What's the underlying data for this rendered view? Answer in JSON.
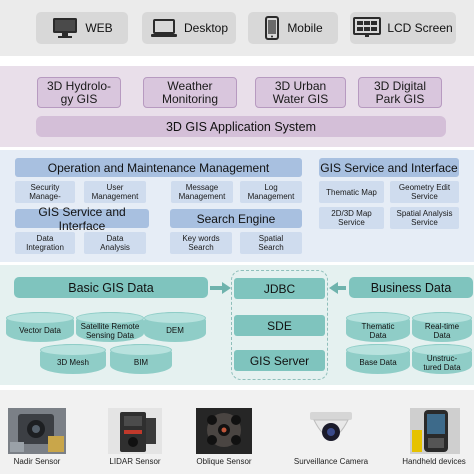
{
  "client": {
    "tiles": [
      {
        "label": "WEB",
        "icon": "monitor-icon"
      },
      {
        "label": "Desktop",
        "icon": "laptop-icon"
      },
      {
        "label": "Mobile",
        "icon": "mobile-phone-icon"
      },
      {
        "label": "LCD Screen",
        "icon": "lcd-screen-icon"
      }
    ]
  },
  "application": {
    "boxes": [
      {
        "line1": "3D Hydrolo-",
        "line2": "gy GIS"
      },
      {
        "line1": "Weather",
        "line2": "Monitoring"
      },
      {
        "line1": "3D Urban",
        "line2": "Water GIS"
      },
      {
        "line1": "3D Digital",
        "line2": "Park GIS"
      }
    ],
    "system": "3D GIS Application System"
  },
  "service": {
    "ops": {
      "title": "Operation and Maintenance Management",
      "items": [
        {
          "line1": "Security",
          "line2": "Manage-"
        },
        {
          "line1": "User",
          "line2": "Management"
        },
        {
          "line1": "Message",
          "line2": "Management"
        },
        {
          "line1": "Log",
          "line2": "Management"
        }
      ]
    },
    "gis_left": {
      "title": "GIS Service and Interface",
      "items": [
        {
          "line1": "Data",
          "line2": "Integration"
        },
        {
          "line1": "Data",
          "line2": "Analysis"
        }
      ]
    },
    "search": {
      "title": "Search Engine",
      "items": [
        {
          "line1": "Key words",
          "line2": "Search"
        },
        {
          "line1": "Spatial",
          "line2": "Search"
        }
      ]
    },
    "gis_right": {
      "title": "GIS Service and Interface",
      "items": [
        {
          "line1": "Thematic Map",
          "line2": ""
        },
        {
          "line1": "Geometry Edit",
          "line2": "Service"
        },
        {
          "line1": "2D/3D Map",
          "line2": "Service"
        },
        {
          "line1": "Spatial Analysis",
          "line2": "Service"
        }
      ]
    }
  },
  "data_layer": {
    "basic": {
      "title": "Basic GIS Data",
      "items": [
        {
          "line1": "Vector Data",
          "line2": ""
        },
        {
          "line1": "Satellite Remote",
          "line2": "Sensing Data"
        },
        {
          "line1": "DEM",
          "line2": ""
        },
        {
          "line1": "3D Mesh",
          "line2": ""
        },
        {
          "line1": "BIM",
          "line2": ""
        }
      ]
    },
    "middleware": [
      "JDBC",
      "SDE",
      "GIS Server"
    ],
    "business": {
      "title": "Business Data",
      "items": [
        {
          "line1": "Thematic",
          "line2": "Data"
        },
        {
          "line1": "Real-time",
          "line2": "Data"
        },
        {
          "line1": "Base Data",
          "line2": ""
        },
        {
          "line1": "Unstruc-",
          "line2": "tured Data"
        }
      ]
    }
  },
  "devices": [
    {
      "label": "Nadir Sensor",
      "icon": "nadir-sensor-icon"
    },
    {
      "label": "LIDAR Sensor",
      "icon": "lidar-sensor-icon"
    },
    {
      "label": "Oblique Sensor",
      "icon": "oblique-sensor-icon"
    },
    {
      "label": "Surveillance Camera",
      "icon": "surveillance-camera-icon"
    },
    {
      "label": "Handheld devices",
      "icon": "handheld-device-icon"
    }
  ],
  "colors": {
    "client_band": "#ebebeb",
    "application_band": "#e9dfea",
    "service_band": "#e6edf6",
    "data_band": "#e5f1f0",
    "data_accent": "#7fc4be",
    "service_accent": "#a8c0e0",
    "application_accent": "#d9c6dd"
  }
}
